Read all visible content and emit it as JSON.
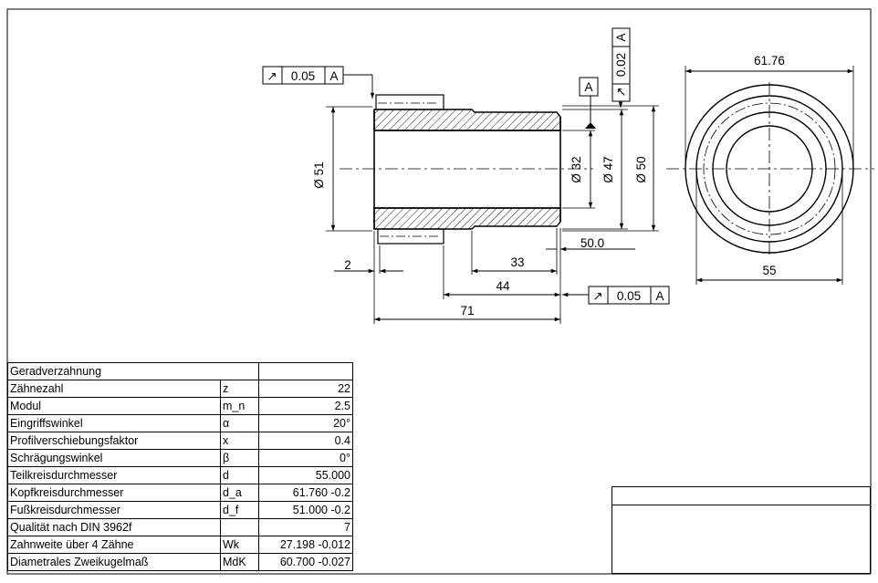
{
  "drawing": {
    "dimensions": {
      "outer_diameter": "61.76",
      "root_diameter": "55",
      "bore_diameter": "Ø 32",
      "hub_diameter": "Ø 47",
      "shoulder_diameter": "Ø 50",
      "gear_diameter": "Ø 51",
      "chamfer": "2",
      "len_33": "33",
      "len_44": "44",
      "len_71": "71",
      "len_50": "50.0"
    },
    "tolerance_frames": {
      "left": {
        "symbol": "↗",
        "value": "0.05",
        "datum": "A"
      },
      "right": {
        "symbol": "↗",
        "value": "0.05",
        "datum": "A"
      },
      "vertical": {
        "symbol": "↗",
        "value": "0.02",
        "datum": "A"
      },
      "datum_label": "A"
    }
  },
  "spec_table": {
    "title": "Geradverzahnung",
    "rows": [
      {
        "label": "Zähnezahl",
        "symbol": "z",
        "value": "22"
      },
      {
        "label": "Modul",
        "symbol": "m_n",
        "value": "2.5"
      },
      {
        "label": "Eingriffswinkel",
        "symbol": "α",
        "value": "20°"
      },
      {
        "label": "Profilverschiebungsfaktor",
        "symbol": "x",
        "value": "0.4"
      },
      {
        "label": "Schrägungswinkel",
        "symbol": "β",
        "value": "0°"
      },
      {
        "label": "Teilkreisdurchmesser",
        "symbol": "d",
        "value": "55.000"
      },
      {
        "label": "Kopfkreisdurchmesser",
        "symbol": "d_a",
        "value": "61.760 -0.2"
      },
      {
        "label": "Fußkreisdurchmesser",
        "symbol": "d_f",
        "value": "51.000 -0.2"
      },
      {
        "label": "Qualität nach DIN 3962f",
        "symbol": "",
        "value": "7"
      },
      {
        "label": "Zahnweite über 4 Zähne",
        "symbol": "Wk",
        "value": "27.198 -0.012"
      },
      {
        "label": "Diametrales Zweikugelmaß",
        "symbol": "MdK",
        "value": "60.700 -0.027"
      }
    ]
  }
}
